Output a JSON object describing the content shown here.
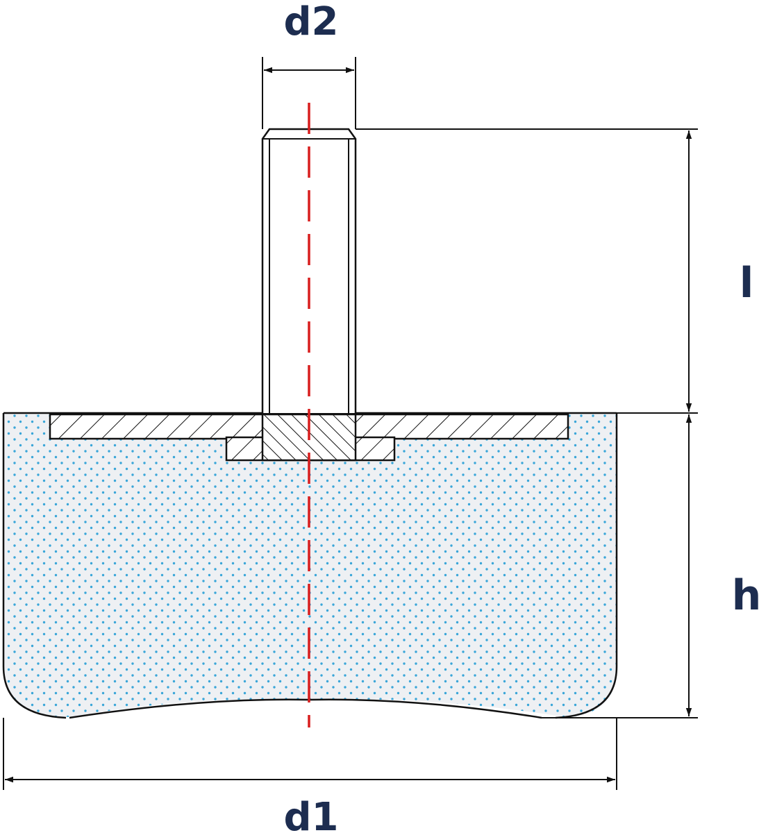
{
  "labels": {
    "d2": "d2",
    "l": "l",
    "h": "h",
    "d1": "d1"
  },
  "colors": {
    "outline": "#111111",
    "dimension_text": "#1d2d50",
    "center_line": "#d81e1e",
    "rubber_fill": "#eef0f3",
    "rubber_dots": "#3aa6d8"
  }
}
